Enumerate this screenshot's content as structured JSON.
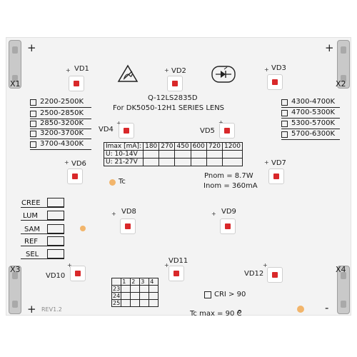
{
  "board": {
    "model": "Q-12LS2835D",
    "lens_note": "For DK5050-12H1 SERIES LENS",
    "revision": "REV1.2",
    "power": "Pnom = 8.7W",
    "current": "Inom = 360mA",
    "tc_label": "Tc",
    "tc_max": "Tc max = 90  C",
    "cri": "CRI > 90"
  },
  "terminals": [
    {
      "label": "X1",
      "polarity": "+"
    },
    {
      "label": "X2",
      "polarity": "+"
    },
    {
      "label": "X3",
      "polarity": "+"
    },
    {
      "label": "X4",
      "polarity": "-"
    }
  ],
  "leds": [
    "VD1",
    "VD2",
    "VD3",
    "VD4",
    "VD5",
    "VD6",
    "VD7",
    "VD8",
    "VD9",
    "VD10",
    "VD11",
    "VD12"
  ],
  "cct_left": [
    "2200-2500K",
    "2500-2850K",
    "2850-3200K",
    "3200-3700K",
    "3700-4300K"
  ],
  "cct_right": [
    "4300-4700K",
    "4700-5300K",
    "5300-5700K",
    "5700-6300K"
  ],
  "current_table": {
    "header": "Imax [mA]:",
    "values": [
      "180",
      "270",
      "450",
      "600",
      "720",
      "1200"
    ],
    "rows": [
      "U: 10-14V",
      "U: 21-27V"
    ]
  },
  "manufacturers": [
    "CREE",
    "LUM",
    "SAM",
    "REF",
    "SEL"
  ],
  "bin_grid": {
    "cols": [
      "1",
      "2",
      "3",
      "4"
    ],
    "rows": [
      "23",
      "24",
      "25"
    ]
  },
  "colors": {
    "led_die": "#d9282a",
    "tc_dot": "#f2b56b",
    "board": "#f3f3f3"
  },
  "icons": [
    "esd-warning-icon",
    "diode-symbol-icon"
  ]
}
